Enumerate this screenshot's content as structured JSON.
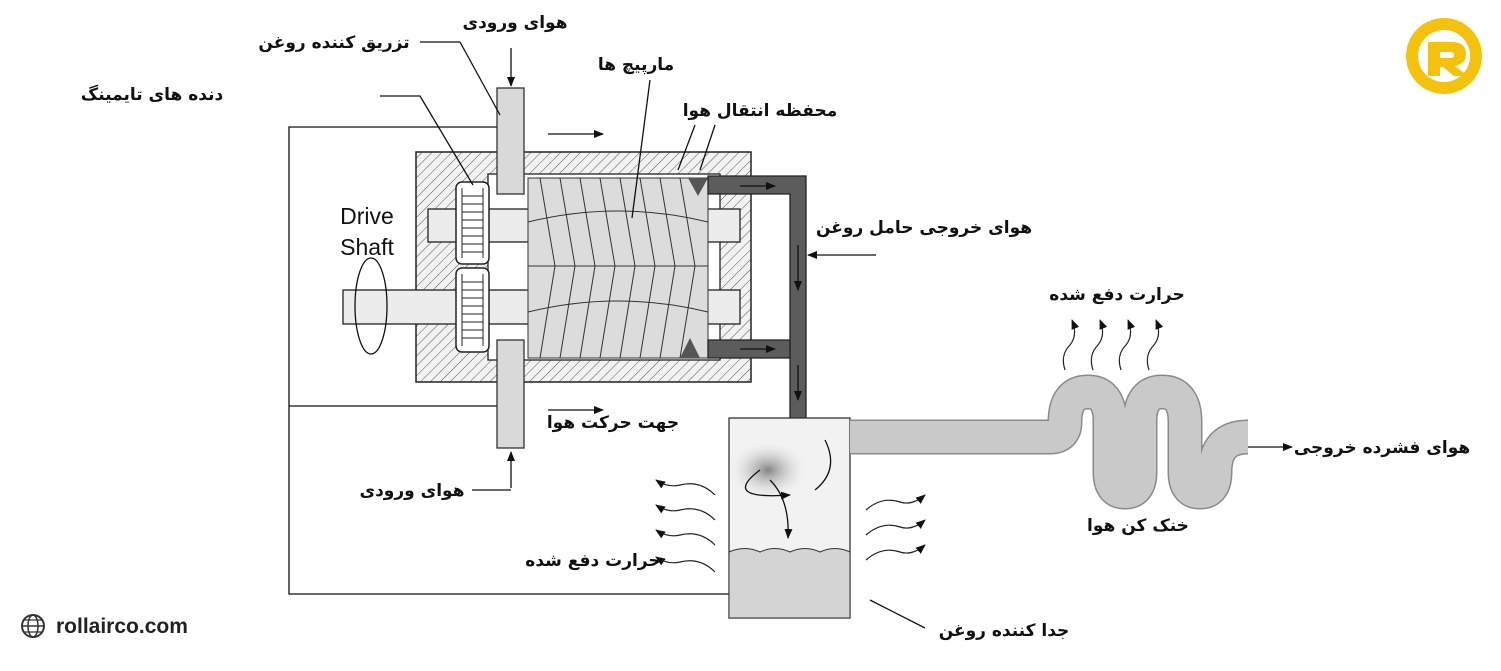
{
  "labels": {
    "air_inlet_top": "هوای ورودی",
    "oil_injector": "تزریق کننده روغن",
    "timing_gears": "دنده های تایمینگ",
    "rotors": "مارپیچ ها",
    "air_end_housing": "محفظه انتقال هوا",
    "drive_shaft_line1": "Drive",
    "drive_shaft_line2": "Shaft",
    "oily_discharge_air": "هوای خروجی حامل روغن",
    "air_flow_direction": "جهت حرکت هوا",
    "air_inlet_bottom": "هوای ورودی",
    "heat_rejected_cooler": "حرارت دفع شده",
    "heat_rejected_separator": "حرارت دفع شده",
    "compressed_air_out": "هوای فشرده خروجی",
    "air_cooler": "خنک کن هوا",
    "oil_separator": "جدا کننده روغن"
  },
  "website": "rollairco.com",
  "icons": {
    "logo": "rollairco-logo",
    "website": "globe-icon"
  },
  "colors": {
    "logo_yellow": "#f4c20d",
    "pipe_light": "#d9d9d9",
    "pipe_dark": "#5c5c5c"
  }
}
